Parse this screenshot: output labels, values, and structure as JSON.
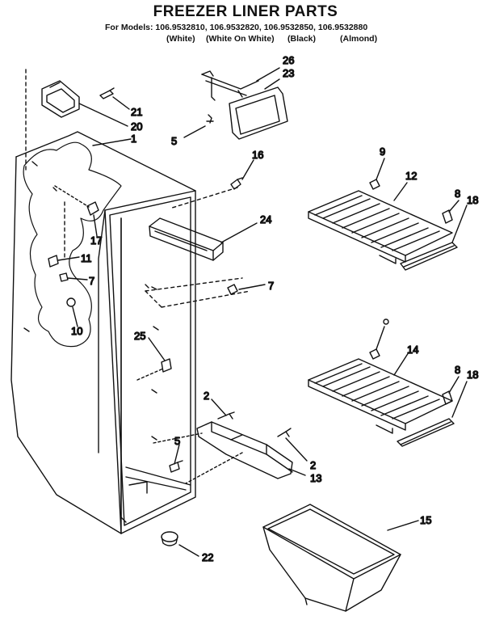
{
  "title": "FREEZER LINER PARTS",
  "models_line": "For Models: 106.9532810, 106.9532820, 106.9532850, 106.9532880",
  "colors": [
    "(White)",
    "(White On White)",
    "(Black)",
    "(Almond)"
  ],
  "callouts": {
    "p1": "1",
    "p2a": "2",
    "p2b": "2",
    "p5a": "5",
    "p5b": "5",
    "p7a": "7",
    "p7b": "7",
    "p8a": "8",
    "p8b": "8",
    "p9": "9",
    "p10": "10",
    "p11": "11",
    "p12": "12",
    "p13": "13",
    "p14": "14",
    "p15": "15",
    "p16": "16",
    "p17": "17",
    "p18a": "18",
    "p18b": "18",
    "p20": "20",
    "p21": "21",
    "p22": "22",
    "p23": "23",
    "p24": "24",
    "p25": "25",
    "p26": "26"
  }
}
